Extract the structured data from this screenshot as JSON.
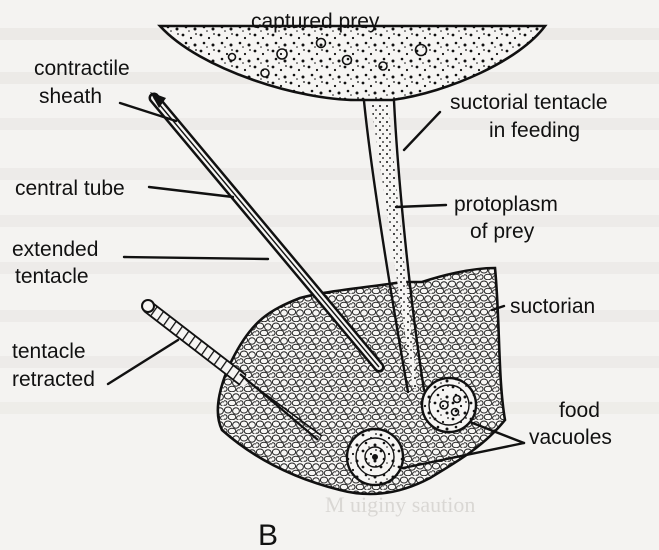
{
  "diagram": {
    "figure_letter": "B",
    "labels": {
      "captured_prey": "captured prey",
      "contractile_sheath_1": "contractile",
      "contractile_sheath_2": "sheath",
      "central_tube": "central tube",
      "extended_tentacle_1": "extended",
      "extended_tentacle_2": "tentacle",
      "tentacle_retracted_1": "tentacle",
      "tentacle_retracted_2": "retracted",
      "suctorial_tentacle_1": "suctorial tentacle",
      "suctorial_tentacle_2": "in feeding",
      "protoplasm_1": "protoplasm",
      "protoplasm_2": "of prey",
      "suctorian": "suctorian",
      "food_vacuoles_1": "food",
      "food_vacuoles_2": "vacuoles"
    },
    "background_text": {
      "bottom_fragment": "M uiginy saution"
    }
  }
}
